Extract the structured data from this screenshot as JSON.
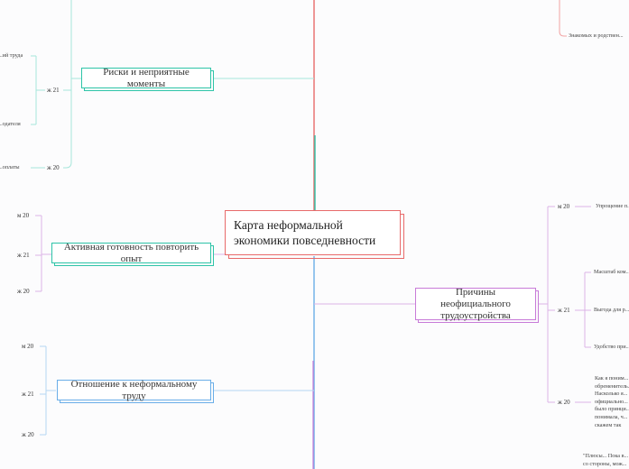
{
  "central": {
    "title": "Карта неформальной экономики повседневности"
  },
  "branches": {
    "risks": {
      "title": "Риски и неприятные моменты",
      "groups": [
        {
          "label": "ж 21",
          "leaves": [
            "...ий труда",
            "...одателя"
          ]
        },
        {
          "label": "ж 20",
          "leaves": [
            "...оплаты"
          ]
        }
      ]
    },
    "readiness": {
      "title": "Активная готовность повторить опыт",
      "groups": [
        {
          "label": "м 20"
        },
        {
          "label": "ж 21"
        },
        {
          "label": "ж 20"
        }
      ]
    },
    "attitude": {
      "title": "Отношение к неформальному труду",
      "groups": [
        {
          "label": "м 20"
        },
        {
          "label": "ж 21"
        },
        {
          "label": "ж 20"
        }
      ]
    },
    "reasons": {
      "title": "Причины неофициального трудоустройства",
      "groups": [
        {
          "label": "м 20",
          "leaves": [
            "Упрощение п..."
          ]
        },
        {
          "label": "ж 21",
          "leaves": [
            "Масштаб ком...",
            "Выгода для р...",
            "Удобство при..."
          ]
        },
        {
          "label": "ж 20",
          "leaves": [
            "Как я поним...",
            "обременитель...",
            "Насколько я...",
            "официально...",
            "было принци...",
            "понимала, ч...",
            "скажем так"
          ]
        }
      ],
      "quote": [
        "\"Плюсы... Пока в...",
        "со стороны, мож..."
      ]
    },
    "top_right": {
      "leaf": "Знакомых и родствен..."
    }
  },
  "colors": {
    "red": "#e86a6a",
    "teal": "#2ec4a8",
    "purple": "#c87bd8",
    "blue": "#6aaee8"
  }
}
